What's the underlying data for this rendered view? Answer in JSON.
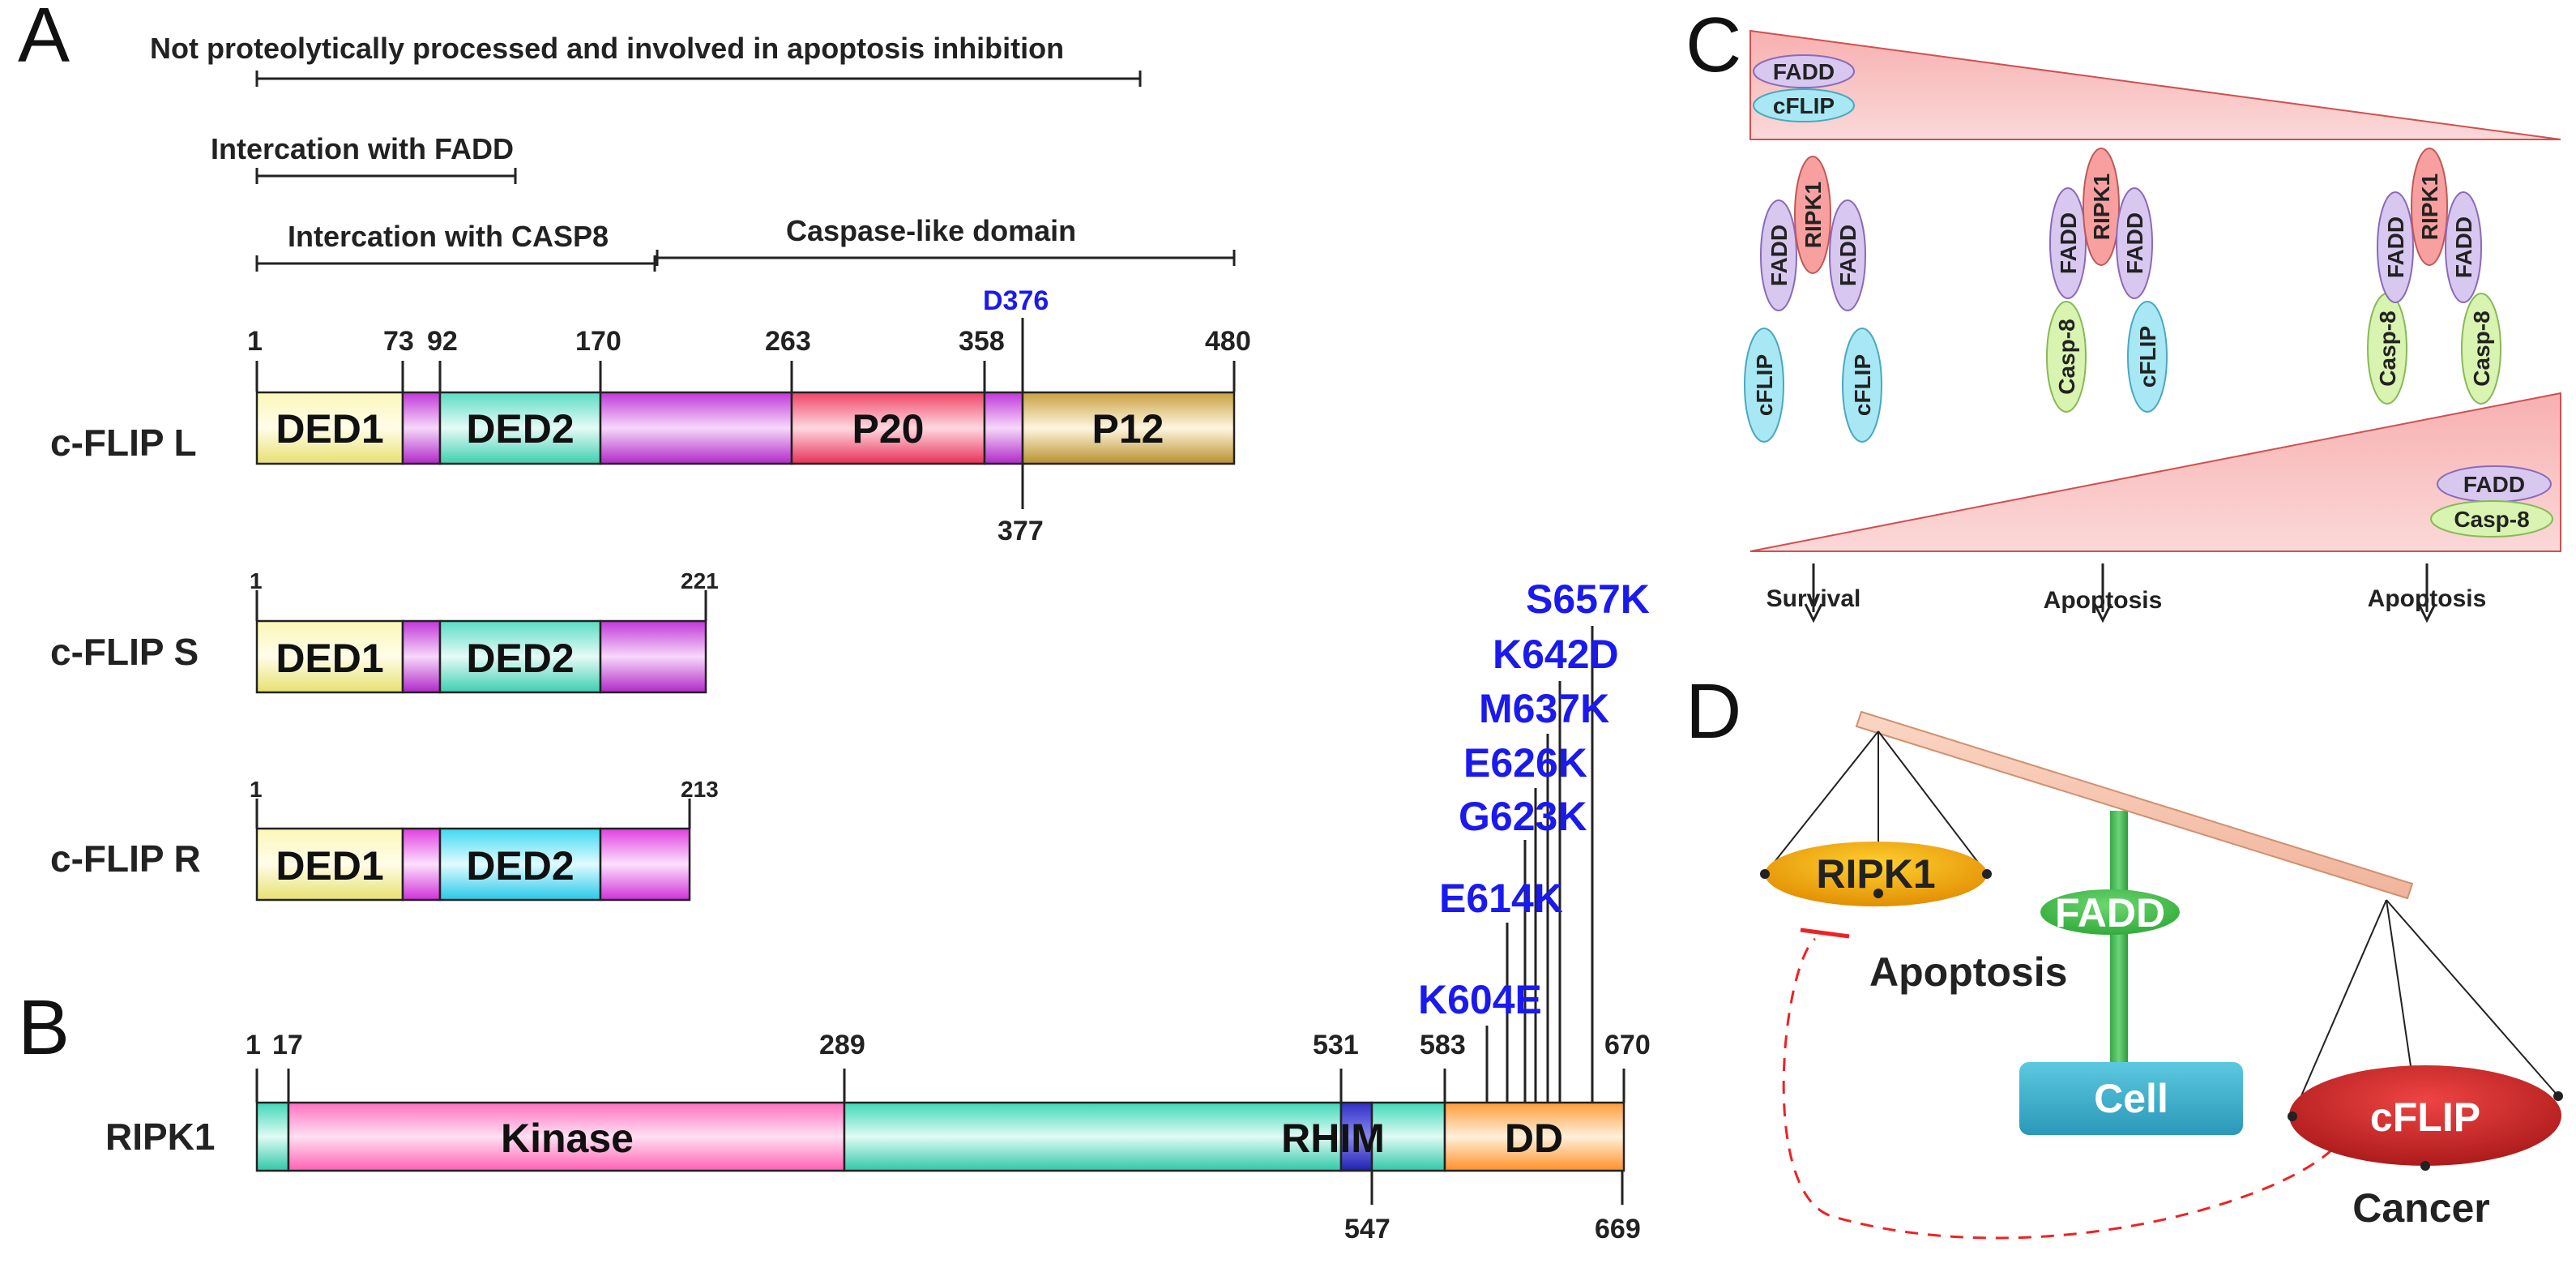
{
  "panels": {
    "a": "A",
    "b": "B",
    "c": "C",
    "d": "D"
  },
  "panel_a": {
    "annotations": {
      "non_processed": "Not proteolytically processed and involved in apoptosis inhibition",
      "fadd": "Intercation with FADD",
      "casp8": "Intercation with CASP8",
      "caspase_like": "Caspase-like domain"
    },
    "flip_l": {
      "label": "c-FLIP L",
      "positions": [
        "1",
        "73",
        "92",
        "170",
        "263",
        "358",
        "480"
      ],
      "d376": "D376",
      "pos_377": "377",
      "domains": [
        "DED1",
        "DED2",
        "P20",
        "P12"
      ]
    },
    "flip_s": {
      "label": "c-FLIP S",
      "start": "1",
      "end": "221",
      "domains": [
        "DED1",
        "DED2"
      ]
    },
    "flip_r": {
      "label": "c-FLIP R",
      "start": "1",
      "end": "213",
      "domains": [
        "DED1",
        "DED2"
      ]
    }
  },
  "panel_b": {
    "label": "RIPK1",
    "positions_top": [
      "1",
      "17",
      "289",
      "531",
      "583",
      "670"
    ],
    "positions_bottom": [
      "547",
      "669"
    ],
    "domains": [
      "Kinase",
      "RHIM",
      "DD"
    ],
    "mutations": [
      "S657K",
      "K642D",
      "M637K",
      "E626K",
      "G623K",
      "E614K",
      "K604E"
    ]
  },
  "panel_c": {
    "top_pills": [
      "FADD",
      "cFLIP"
    ],
    "bottom_pills": [
      "FADD",
      "Casp-8"
    ],
    "complex1": {
      "left": "cFLIP",
      "fadd_left": "FADD",
      "ripk1": "RIPK1",
      "fadd_right": "FADD",
      "right": "cFLIP"
    },
    "complex2": {
      "left": "Casp-8",
      "fadd_left": "FADD",
      "ripk1": "RIPK1",
      "fadd_right": "FADD",
      "right": "cFLIP"
    },
    "complex3": {
      "left": "Casp-8",
      "fadd_left": "FADD",
      "ripk1": "RIPK1",
      "fadd_right": "FADD",
      "right": "Casp-8"
    },
    "outcomes": [
      "Survival",
      "Apoptosis",
      "Apoptosis"
    ]
  },
  "panel_d": {
    "ripk1": "RIPK1",
    "apoptosis": "Apoptosis",
    "fadd": "FADD",
    "cell": "Cell",
    "cflip": "cFLIP",
    "cancer": "Cancer"
  },
  "colors": {
    "ded1": "#f5ef8a",
    "ded2": "#66e0c8",
    "linker": "#cc44dd",
    "p20": "#ee5577",
    "p12": "#d4b05a",
    "kinase": "#ff88cc",
    "ripk1_body": "#55e0c0",
    "rhim": "#3333cc",
    "dd": "#ffaa44",
    "mutation": "#1a1aee"
  }
}
